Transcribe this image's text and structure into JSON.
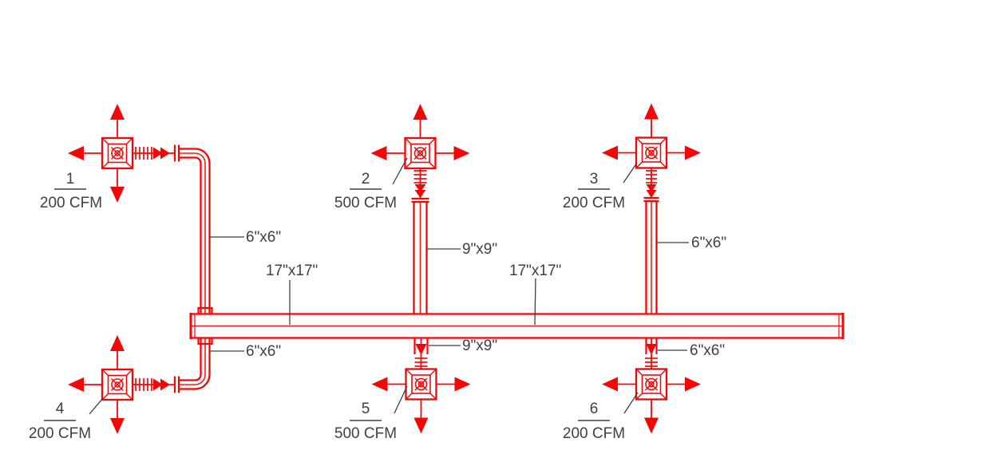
{
  "colors": {
    "duct": "#f40606",
    "annotation": "#404040"
  },
  "diffuser_tags": [
    {
      "number": "1",
      "cfm": "200 CFM"
    },
    {
      "number": "2",
      "cfm": "500 CFM"
    },
    {
      "number": "3",
      "cfm": "200 CFM"
    },
    {
      "number": "4",
      "cfm": "200 CFM"
    },
    {
      "number": "5",
      "cfm": "500 CFM"
    },
    {
      "number": "6",
      "cfm": "200 CFM"
    }
  ],
  "duct_labels": {
    "branch_top_left": "6\"x6\"",
    "trunk_left": "17\"x17\"",
    "branch_top_mid": "9\"x9\"",
    "trunk_right": "17\"x17\"",
    "branch_top_right": "6\"x6\"",
    "branch_bottom_left": "6\"x6\"",
    "branch_bottom_mid": "9\"x9\"",
    "branch_bottom_right": "6\"x6\""
  }
}
